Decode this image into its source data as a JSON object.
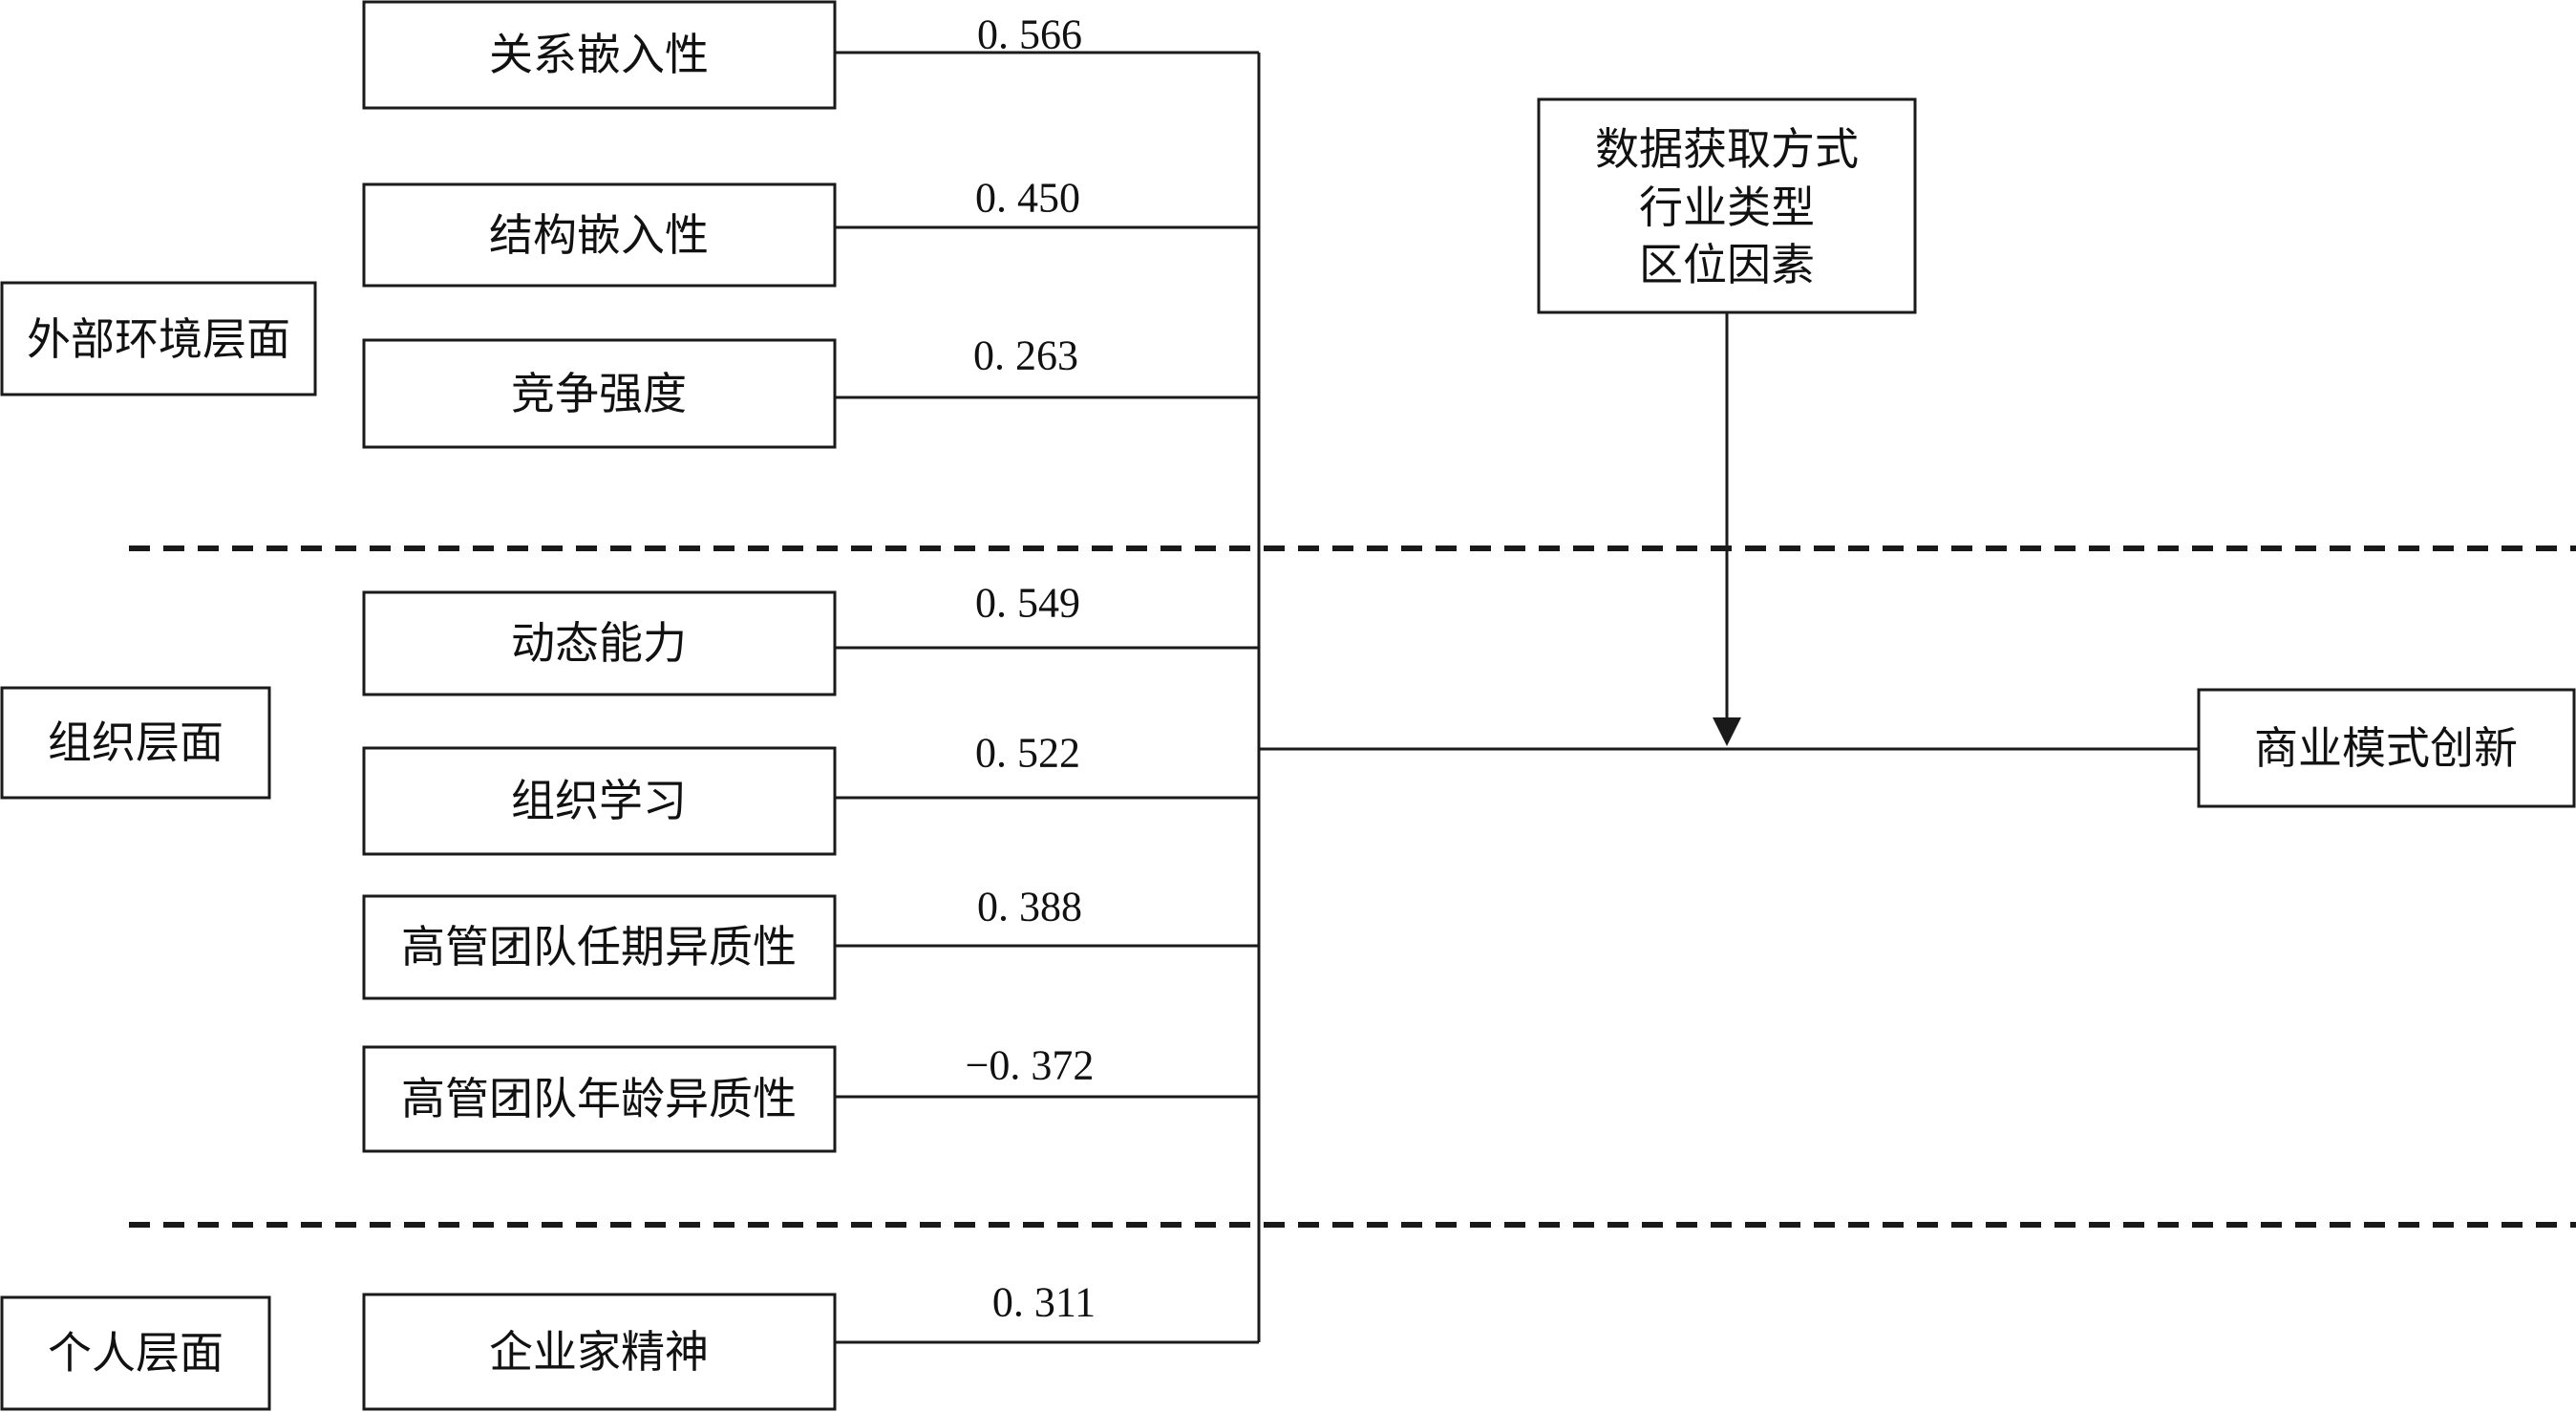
{
  "levels": [
    {
      "label": "外部环境层面"
    },
    {
      "label": "组织层面"
    },
    {
      "label": "个人层面"
    }
  ],
  "factors": [
    {
      "label": "关系嵌入性",
      "coef": "0. 566"
    },
    {
      "label": "结构嵌入性",
      "coef": "0. 450"
    },
    {
      "label": "竞争强度",
      "coef": "0. 263"
    },
    {
      "label": "动态能力",
      "coef": "0. 549"
    },
    {
      "label": "组织学习",
      "coef": "0. 522"
    },
    {
      "label": "高管团队任期异质性",
      "coef": "0. 388"
    },
    {
      "label": "高管团队年龄异质性",
      "coef": "−0. 372"
    },
    {
      "label": "企业家精神",
      "coef": "0. 311"
    }
  ],
  "moderators": {
    "lines": [
      "数据获取方式",
      "行业类型",
      "区位因素"
    ]
  },
  "outcome": {
    "label": "商业模式创新"
  }
}
